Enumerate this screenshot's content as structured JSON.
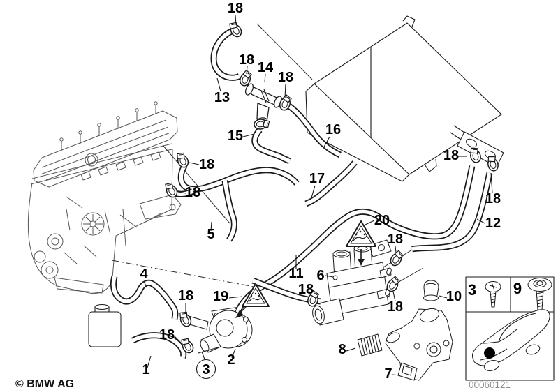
{
  "page": {
    "background": "#ffffff",
    "description": "BMW parts diagram - heater hoses, water valve and auxiliary pump"
  },
  "colors": {
    "ink": "#1a1a1a",
    "engine_ink": "#565656",
    "muted_gray": "#8c8c8c",
    "bg": "#ffffff"
  },
  "icons": {
    "warning_triangle": "hot-coolant-warning-triangle",
    "clamp": "hose-clamp-icon",
    "car_inset": "car-location-icon"
  },
  "part_labels": {
    "p1": "1",
    "p2": "2",
    "p3": "3",
    "p4": "4",
    "p5": "5",
    "p6": "6",
    "p7": "7",
    "p8": "8",
    "p9": "9",
    "p10": "10",
    "p11": "11",
    "p12": "12",
    "p13": "13",
    "p14": "14",
    "p15": "15",
    "p16": "16",
    "p17": "17",
    "p18": "18",
    "p19": "19",
    "p20": "20"
  },
  "footer": {
    "copyright": "© BMW AG",
    "doc_number": "00060121"
  }
}
